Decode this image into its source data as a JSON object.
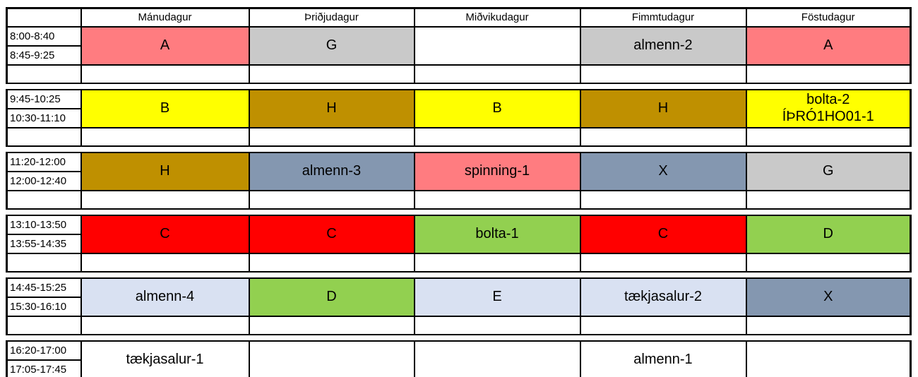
{
  "table": {
    "corner_label": "",
    "day_headers": [
      "Mánudagur",
      "Þriðjudagur",
      "Miðvikudagur",
      "Fimmtudagur",
      "Föstudagur"
    ],
    "colors": {
      "pink": "#FF7C80",
      "gray": "#C9C9C9",
      "yellow": "#FFFF00",
      "gold": "#BF9000",
      "bluegray": "#8497B0",
      "red": "#FF0000",
      "green": "#92D050",
      "lavender": "#D9E1F2",
      "white": "#FFFFFF"
    },
    "blocks": [
      {
        "times": [
          "8:00-8:40",
          "8:45-9:25"
        ],
        "cells": [
          {
            "label": "A",
            "color": "pink"
          },
          {
            "label": "G",
            "color": "gray"
          },
          {
            "label": "",
            "color": "white"
          },
          {
            "label": "almenn-2",
            "color": "gray"
          },
          {
            "label": "A",
            "color": "pink"
          }
        ]
      },
      {
        "times": [
          "9:45-10:25",
          "10:30-11:10"
        ],
        "cells": [
          {
            "label": "B",
            "color": "yellow"
          },
          {
            "label": "H",
            "color": "gold"
          },
          {
            "label": "B",
            "color": "yellow"
          },
          {
            "label": "H",
            "color": "gold"
          },
          {
            "label": "bolta-2\nÍÞRÓ1HO01-1",
            "color": "yellow"
          }
        ]
      },
      {
        "times": [
          "11:20-12:00",
          "12:00-12:40"
        ],
        "cells": [
          {
            "label": "H",
            "color": "gold"
          },
          {
            "label": "almenn-3",
            "color": "bluegray"
          },
          {
            "label": "spinning-1",
            "color": "pink"
          },
          {
            "label": "X",
            "color": "bluegray"
          },
          {
            "label": "G",
            "color": "gray"
          }
        ]
      },
      {
        "times": [
          "13:10-13:50",
          "13:55-14:35"
        ],
        "cells": [
          {
            "label": "C",
            "color": "red"
          },
          {
            "label": "C",
            "color": "red"
          },
          {
            "label": "bolta-1",
            "color": "green"
          },
          {
            "label": "C",
            "color": "red"
          },
          {
            "label": "D",
            "color": "green"
          }
        ]
      },
      {
        "times": [
          "14:45-15:25",
          "15:30-16:10"
        ],
        "cells": [
          {
            "label": "almenn-4",
            "color": "lavender"
          },
          {
            "label": "D",
            "color": "green"
          },
          {
            "label": "E",
            "color": "lavender"
          },
          {
            "label": "tækjasalur-2",
            "color": "lavender"
          },
          {
            "label": "X",
            "color": "bluegray"
          }
        ]
      },
      {
        "times": [
          "16:20-17:00",
          "17:05-17:45"
        ],
        "cells": [
          {
            "label": "tækjasalur-1",
            "color": "white"
          },
          {
            "label": "",
            "color": "white"
          },
          {
            "label": "",
            "color": "white"
          },
          {
            "label": "almenn-1",
            "color": "white"
          },
          {
            "label": "",
            "color": "white"
          }
        ]
      }
    ]
  }
}
